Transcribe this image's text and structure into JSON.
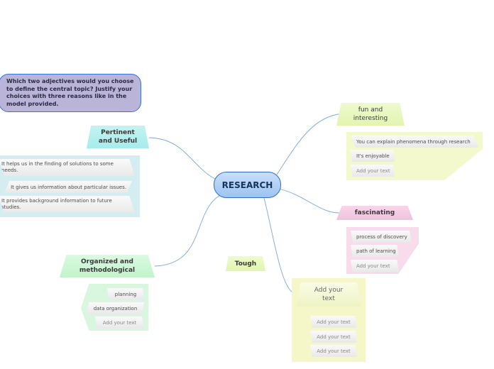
{
  "central": "RESEARCH",
  "prompt": "Which two adjectives would you choose to define the central topic? Justify your choices with three reasons like in the model provided.",
  "topics": {
    "fun": {
      "label": "fun and\ninteresting",
      "items": [
        "You can explain phenomena through research",
        "It's enjoyable",
        "Add your text"
      ]
    },
    "fascinating": {
      "label": "fascinating",
      "items": [
        "process of discovery",
        "path of learning",
        "Add your text"
      ]
    },
    "pertinent": {
      "label": "Pertinent\nand Useful",
      "items": [
        "It helps us in the finding of solutions to some needs.",
        "It gives us information about particular issues.",
        "It provides background information to future studies."
      ]
    },
    "organized": {
      "label": "Organized and\nmethodological",
      "items": [
        "planning",
        "data organization",
        "Add your text"
      ]
    },
    "tough": {
      "label": "Tough"
    },
    "addtext": {
      "label": "Add your\ntext",
      "items": [
        "Add your text",
        "Add your text",
        "Add your text"
      ]
    }
  },
  "colors": {
    "cyan": "#a6ecec",
    "mint": "#c2f3cb",
    "lime": "#e2f5b0",
    "pink": "#efc2dd",
    "lavender": "#bbb4d9",
    "central_border": "#2c6fc9",
    "link": "#7aa8d8"
  }
}
